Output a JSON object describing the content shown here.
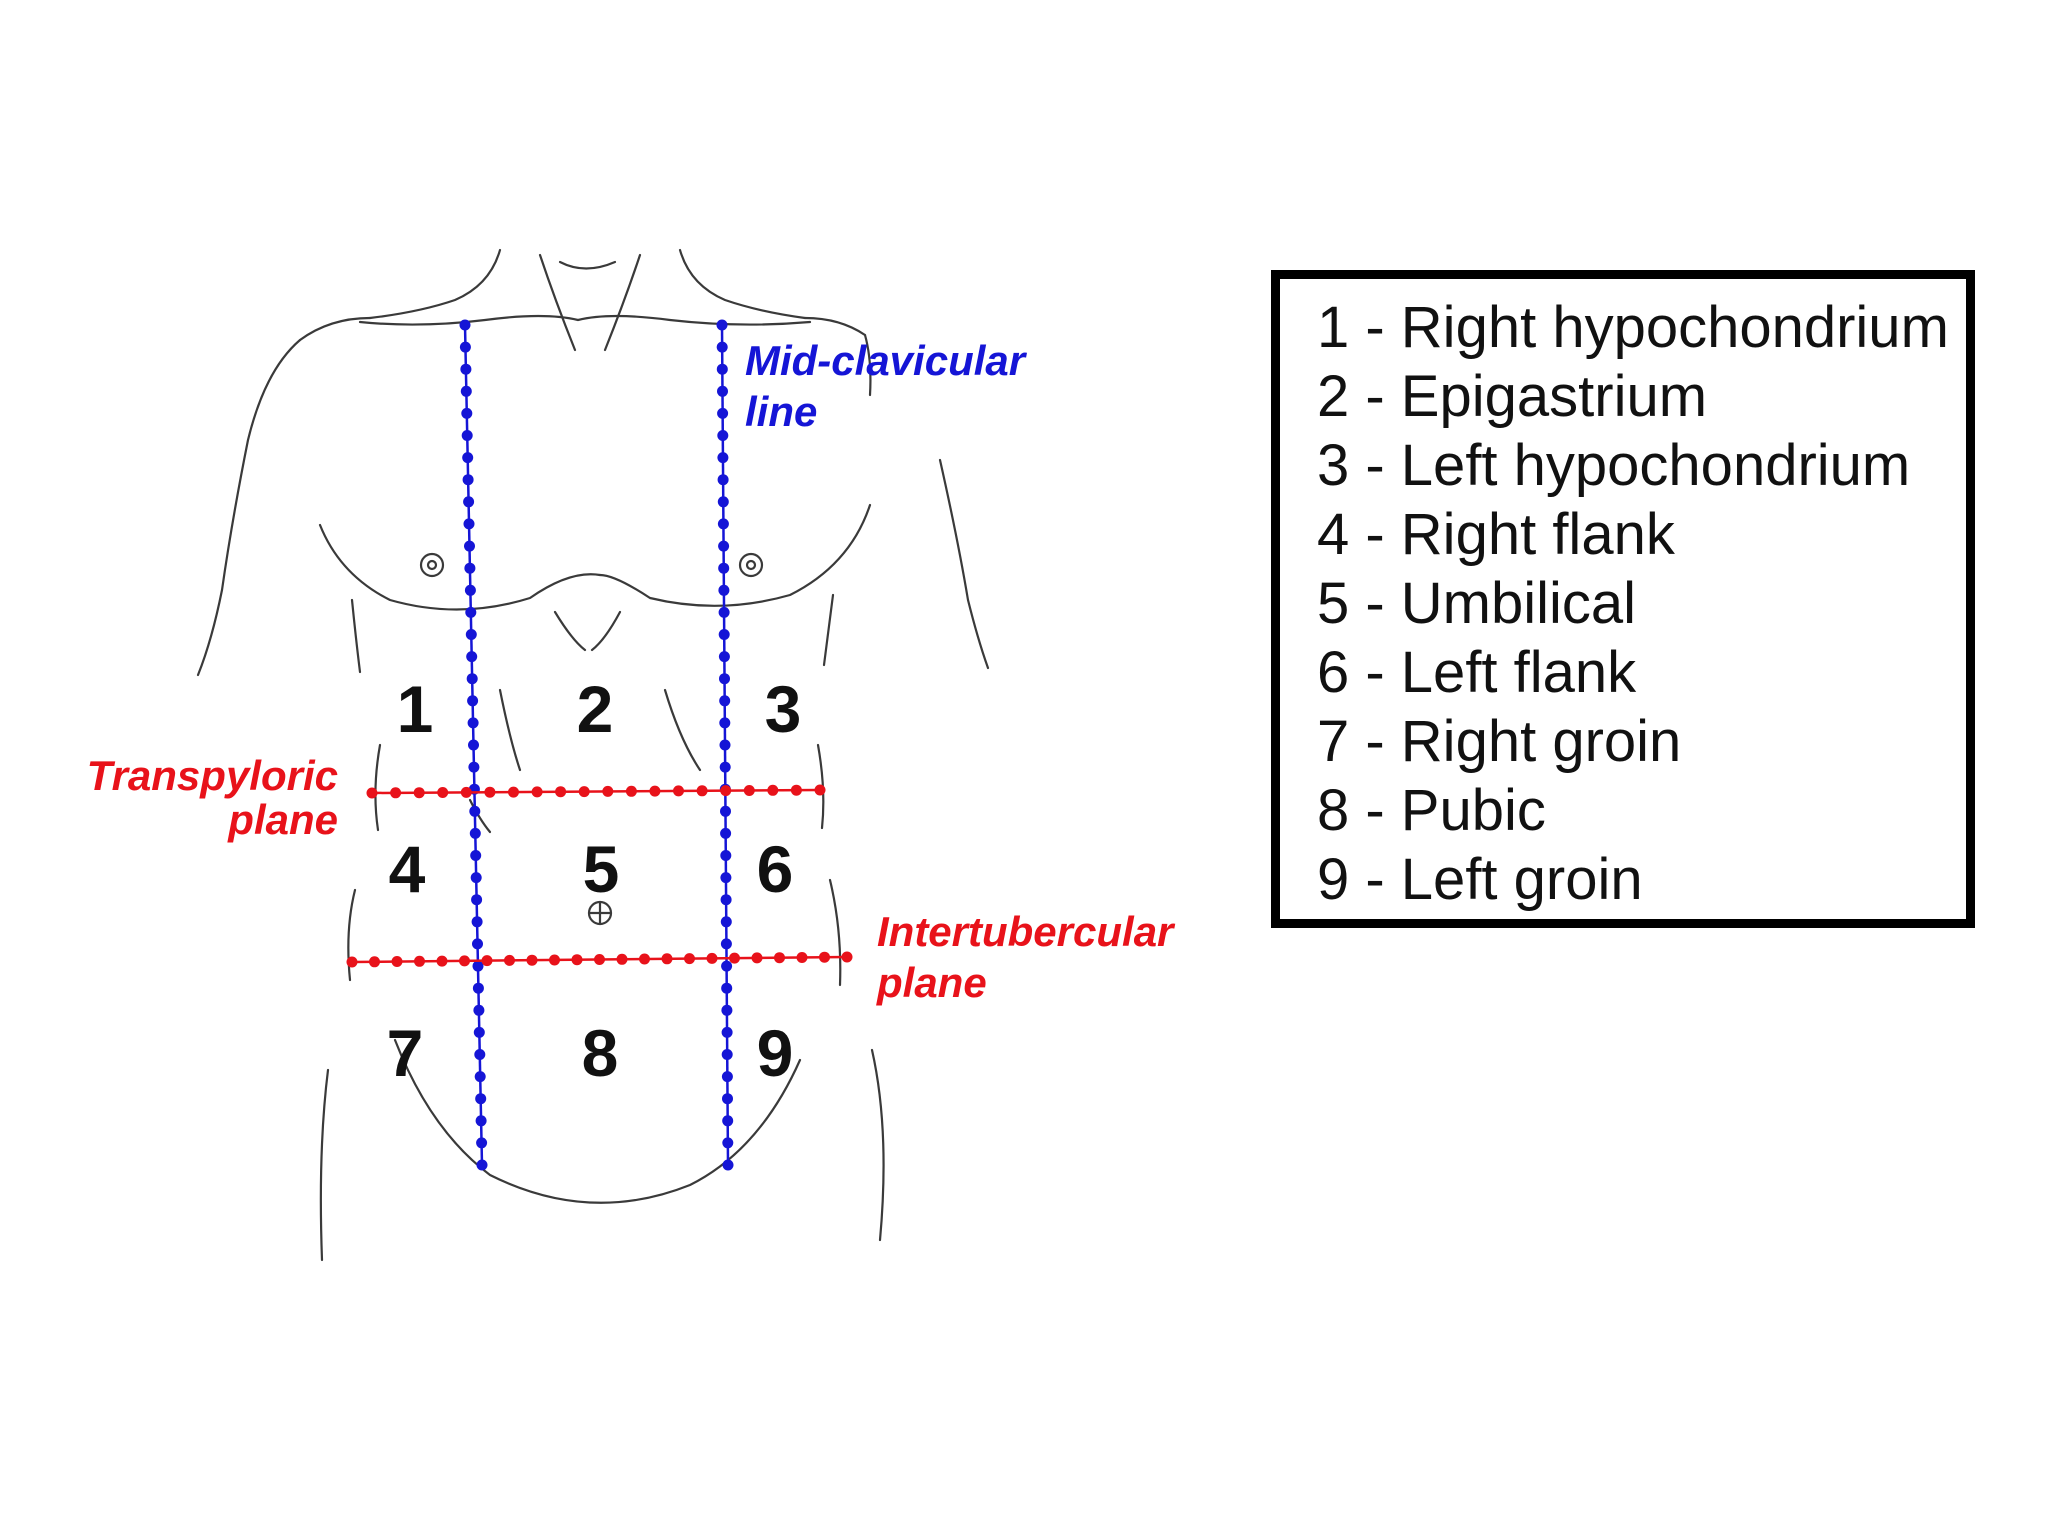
{
  "colors": {
    "midclavicular": "#1515d6",
    "planes": "#e8121a",
    "outline": "#3a3a3a"
  },
  "labels": {
    "midclavicular_line1": "Mid-clavicular",
    "midclavicular_line2": "line",
    "transpyloric_line1": "Transpyloric",
    "transpyloric_line2": "plane",
    "intertubercular_line1": "Intertubercular",
    "intertubercular_line2": "plane"
  },
  "regions": [
    {
      "number": "1",
      "name": "Right hypochondrium"
    },
    {
      "number": "2",
      "name": "Epigastrium"
    },
    {
      "number": "3",
      "name": "Left hypochondrium"
    },
    {
      "number": "4",
      "name": "Right flank"
    },
    {
      "number": "5",
      "name": "Umbilical"
    },
    {
      "number": "6",
      "name": "Left flank"
    },
    {
      "number": "7",
      "name": "Right groin"
    },
    {
      "number": "8",
      "name": "Pubic"
    },
    {
      "number": "9",
      "name": "Left groin"
    }
  ],
  "legend": [
    "1 - Right hypochondrium",
    "2 - Epigastrium",
    "3 - Left hypochondrium",
    "4 - Right flank",
    "5 - Umbilical",
    "6 - Left flank",
    "7 - Right groin",
    "8 - Pubic",
    "9 - Left groin"
  ]
}
